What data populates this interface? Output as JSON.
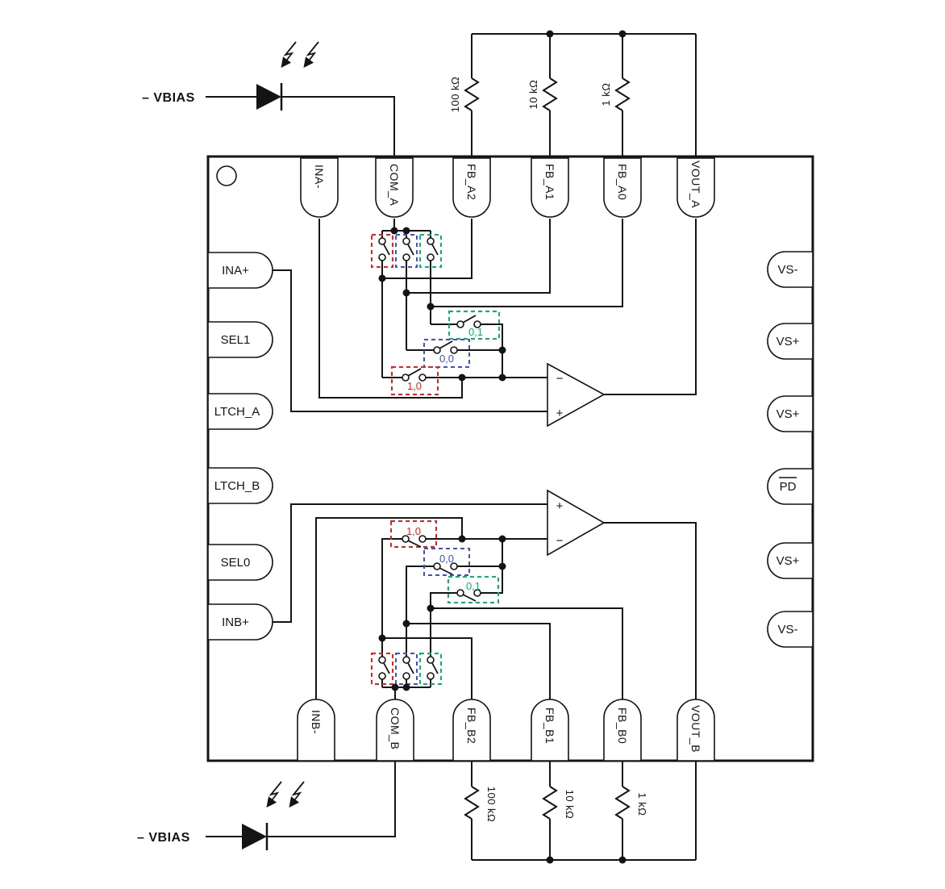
{
  "diagram": {
    "description": "Dual photodiode amplifier IC functional block diagram with selectable feedback resistors",
    "colors": {
      "wire": "#141414",
      "switch_red": "#f21b1b",
      "switch_blue": "#3c4fdb",
      "switch_green": "#00b873",
      "background": "#ffffff"
    },
    "bias": {
      "top": "– VBIAS",
      "bottom": "– VBIAS"
    },
    "pins": {
      "top": [
        "INA-",
        "COM_A",
        "FB_A2",
        "FB_A1",
        "FB_A0",
        "VOUT_A"
      ],
      "bottom": [
        "INB-",
        "COM_B",
        "FB_B2",
        "FB_B1",
        "FB_B0",
        "VOUT_B"
      ],
      "left": [
        "INA+",
        "SEL1",
        "LTCH_A",
        "LTCH_B",
        "SEL0",
        "INB+"
      ],
      "right": [
        "VS-",
        "VS+",
        "VS+",
        "PD",
        "VS+",
        "VS-"
      ]
    },
    "resistors": {
      "top": [
        "100 kΩ",
        "10 kΩ",
        "1 kΩ"
      ],
      "bottom": [
        "100 kΩ",
        "10 kΩ",
        "1 kΩ"
      ]
    },
    "switches": {
      "a": {
        "green": "0,1",
        "blue": "0,0",
        "red": "1,0"
      },
      "b": {
        "red": "1,0",
        "blue": "0,0",
        "green": "0,1"
      }
    },
    "opamps": {
      "a": {
        "in_top": "−",
        "in_bottom": "+"
      },
      "b": {
        "in_top": "+",
        "in_bottom": "−"
      }
    }
  }
}
